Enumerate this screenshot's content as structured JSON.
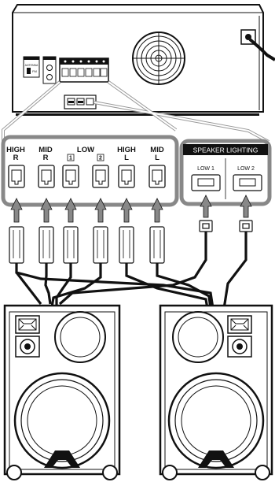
{
  "terminals": [
    {
      "line1": "HIGH",
      "line2": "R"
    },
    {
      "line1": "MID",
      "line2": "R"
    },
    {
      "line1": "",
      "line2": ""
    },
    {
      "line1": "",
      "line2": ""
    },
    {
      "line1": "HIGH",
      "line2": "L"
    },
    {
      "line1": "MID",
      "line2": "L"
    }
  ],
  "low_label": "LOW",
  "low_numbers": [
    "1",
    "2"
  ],
  "speaker_lighting": {
    "title": "SPEAKER LIGHTING",
    "low1": "LOW 1",
    "low2": "LOW 2"
  },
  "unit": {
    "left_box_label": "ANTENNA",
    "left_box_sub": "FM"
  }
}
